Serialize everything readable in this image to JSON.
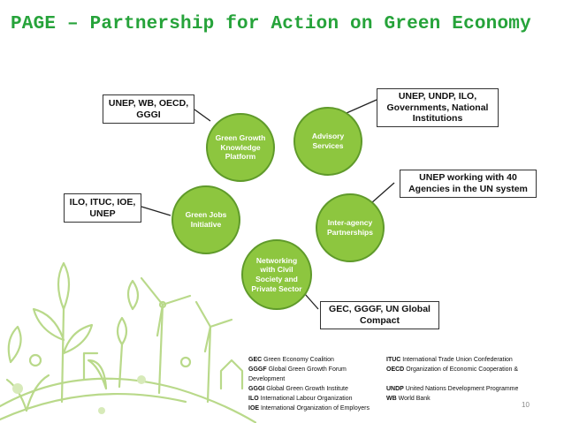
{
  "title": "PAGE – Partnership for Action on Green Economy",
  "nodes": [
    {
      "id": "ggkp",
      "label": "Green Growth Knowledge Platform"
    },
    {
      "id": "advisory",
      "label": "Advisory Services"
    },
    {
      "id": "interagency",
      "label": "Inter-agency Partnerships"
    },
    {
      "id": "networking",
      "label": "Networking with Civil Society and Private Sector"
    },
    {
      "id": "greenjobs",
      "label": "Green Jobs Initiative"
    }
  ],
  "boxes": [
    {
      "id": "box-ggkp",
      "text": "UNEP, WB, OECD, GGGI"
    },
    {
      "id": "box-advisory",
      "text": "UNEP, UNDP, ILO, Governments, National Institutions"
    },
    {
      "id": "box-interagency",
      "text": "UNEP working with 40 Agencies in the UN system"
    },
    {
      "id": "box-networking",
      "text": "GEC, GGGF, UN Global Compact"
    },
    {
      "id": "box-greenjobs",
      "text": "ILO, ITUC, IOE, UNEP"
    }
  ],
  "legend": {
    "left": [
      {
        "abbr": "GEC",
        "text": "Green Economy Coalition"
      },
      {
        "abbr": "GGGF",
        "text": "Global Green Growth Forum Development"
      },
      {
        "abbr": "GGGI",
        "text": "Global Green Growth Institute"
      },
      {
        "abbr": "ILO",
        "text": "International Labour Organization"
      },
      {
        "abbr": "IOE",
        "text": "International Organization of Employers"
      }
    ],
    "right": [
      {
        "abbr": "ITUC",
        "text": "International Trade Union Confederation"
      },
      {
        "abbr": "OECD",
        "text": "Organization of Economic Cooperation &"
      },
      {
        "abbr": "UNDP",
        "text": "United Nations Development Programme"
      },
      {
        "abbr": "WB",
        "text": "World Bank"
      }
    ]
  },
  "page_number": "10",
  "colors": {
    "title": "#26a33a",
    "node_fill": "#8dc63f",
    "node_border": "#5f9a2a",
    "decor": "#b9d98a"
  }
}
